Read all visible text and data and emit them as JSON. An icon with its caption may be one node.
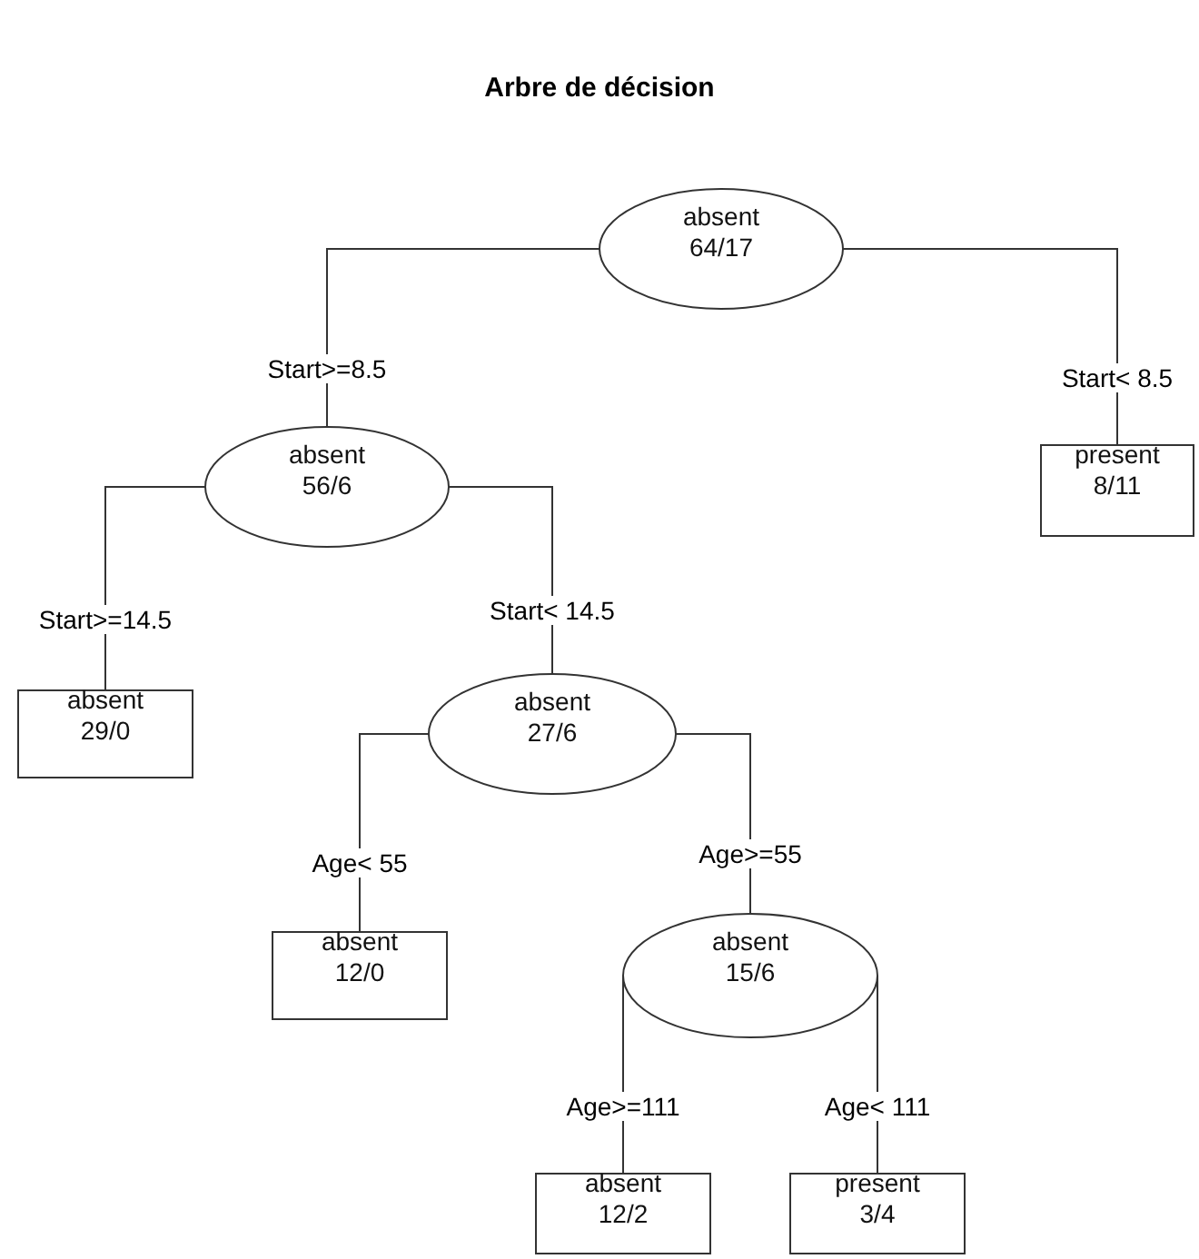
{
  "diagram": {
    "title": "Arbre de décision",
    "nodes": [
      {
        "text": [
          "absent",
          "64/17"
        ]
      },
      {
        "text": [
          "absent",
          "56/6"
        ]
      },
      {
        "text": [
          "present",
          "8/11"
        ]
      },
      {
        "text": [
          "absent",
          "29/0"
        ]
      },
      {
        "text": [
          "absent",
          "27/6"
        ]
      },
      {
        "text": [
          "absent",
          "12/0"
        ]
      },
      {
        "text": [
          "absent",
          "15/6"
        ]
      },
      {
        "text": [
          "absent",
          "12/2"
        ]
      },
      {
        "text": [
          "present",
          "3/4"
        ]
      }
    ],
    "edges": [
      {
        "from": 0,
        "to": 1,
        "arrow": "none",
        "label": "Start>=8.5"
      },
      {
        "from": 0,
        "to": 2,
        "arrow": "none",
        "label": "Start< 8.5"
      },
      {
        "from": 1,
        "to": 3,
        "arrow": "none",
        "label": "Start>=14.5"
      },
      {
        "from": 1,
        "to": 4,
        "arrow": "none",
        "label": "Start< 14.5"
      },
      {
        "from": 4,
        "to": 5,
        "arrow": "none",
        "label": "Age< 55"
      },
      {
        "from": 4,
        "to": 6,
        "arrow": "none",
        "label": "Age>=55"
      },
      {
        "from": 6,
        "to": 7,
        "arrow": "none",
        "label": "Age>=111"
      },
      {
        "from": 6,
        "to": 8,
        "arrow": "none",
        "label": "Age< 111"
      }
    ]
  }
}
